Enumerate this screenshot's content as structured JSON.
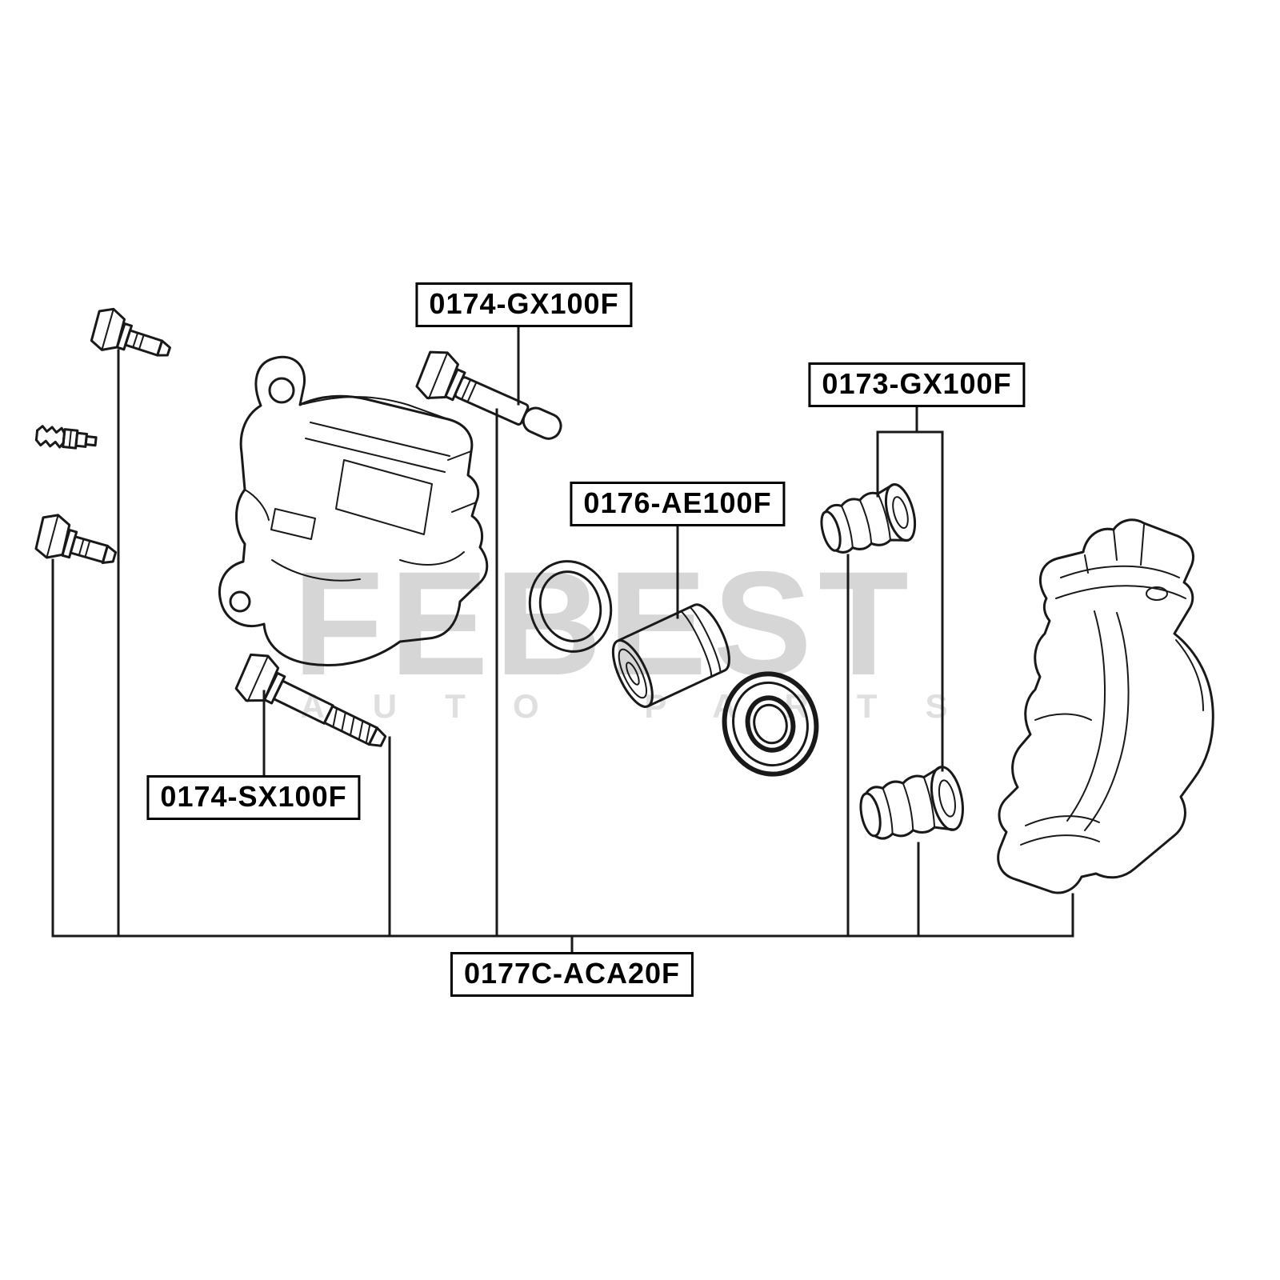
{
  "watermark": {
    "brand": "FEBEST",
    "tagline": "AUTO PARTS"
  },
  "labels": {
    "upper_pin": "0174-GX100F",
    "boot_kit": "0173-GX100F",
    "piston_kit": "0176-AE100F",
    "lower_pin": "0174-SX100F",
    "repair_kit": "0177C-ACA20F"
  },
  "colors": {
    "line": "#191919",
    "watermark_brand": "#d6d6d6",
    "watermark_tagline": "#dfdfdf",
    "label_border": "#000000",
    "label_background": "#ffffff",
    "background": "#ffffff"
  }
}
